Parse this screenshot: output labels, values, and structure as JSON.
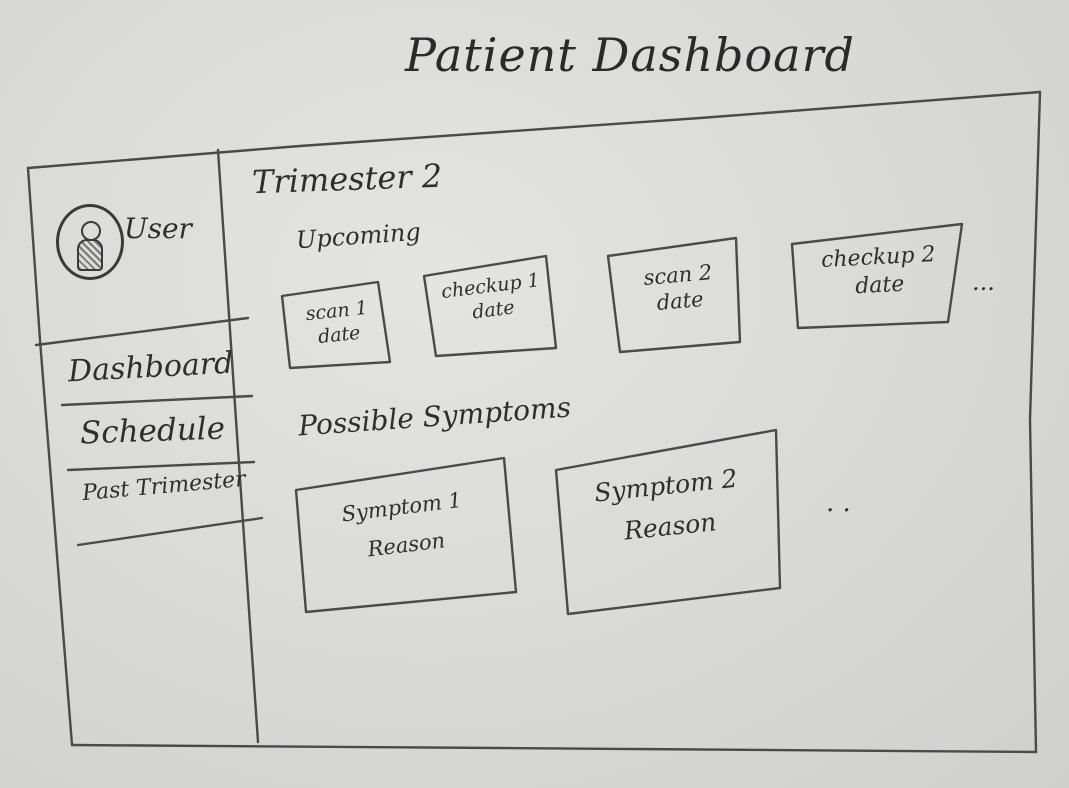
{
  "page": {
    "title": "Patient Dashboard"
  },
  "user": {
    "label": "User"
  },
  "sidebar": {
    "items": [
      {
        "label": "Dashboard"
      },
      {
        "label": "Schedule"
      },
      {
        "label": "Past Trimester"
      }
    ]
  },
  "main": {
    "heading": "Trimester 2",
    "upcoming": {
      "label": "Upcoming",
      "cards": [
        {
          "line1": "scan 1",
          "line2": "date"
        },
        {
          "line1": "checkup 1",
          "line2": "date"
        },
        {
          "line1": "scan 2",
          "line2": "date"
        },
        {
          "line1": "checkup 2",
          "line2": "date"
        }
      ],
      "more": "..."
    },
    "symptoms": {
      "label": "Possible Symptoms",
      "cards": [
        {
          "line1": "Symptom 1",
          "line2": "Reason"
        },
        {
          "line1": "Symptom 2",
          "line2": "Reason"
        }
      ],
      "more": ". ."
    }
  }
}
